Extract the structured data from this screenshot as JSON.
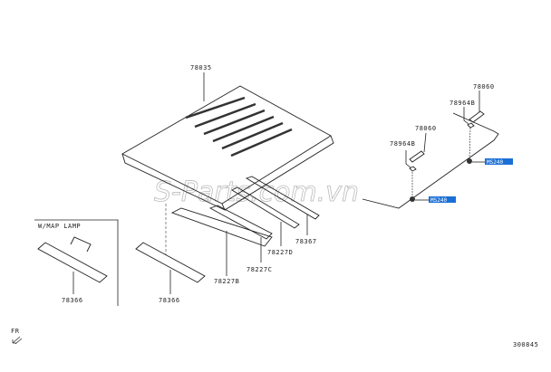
{
  "labels": {
    "roof_panel": "78035",
    "bracket_rear": "78060",
    "clip_rear": "78964B",
    "bracket_front": "78060",
    "clip_front": "78964B",
    "rail_rear": "78367",
    "bow_d": "78227D",
    "bow_c": "78227C",
    "bow_b": "78227B",
    "front_rail_map": "78366",
    "front_rail": "78366",
    "map_lamp_note": "W/MAP LAMP",
    "front_indicator": "FR",
    "diagram_code": "300845"
  },
  "highlighted_parts": [
    "MS240",
    "MS240"
  ],
  "watermark": "S-Parts.com.vn",
  "colors": {
    "highlight": "#1a6fd6",
    "line": "#222222"
  }
}
